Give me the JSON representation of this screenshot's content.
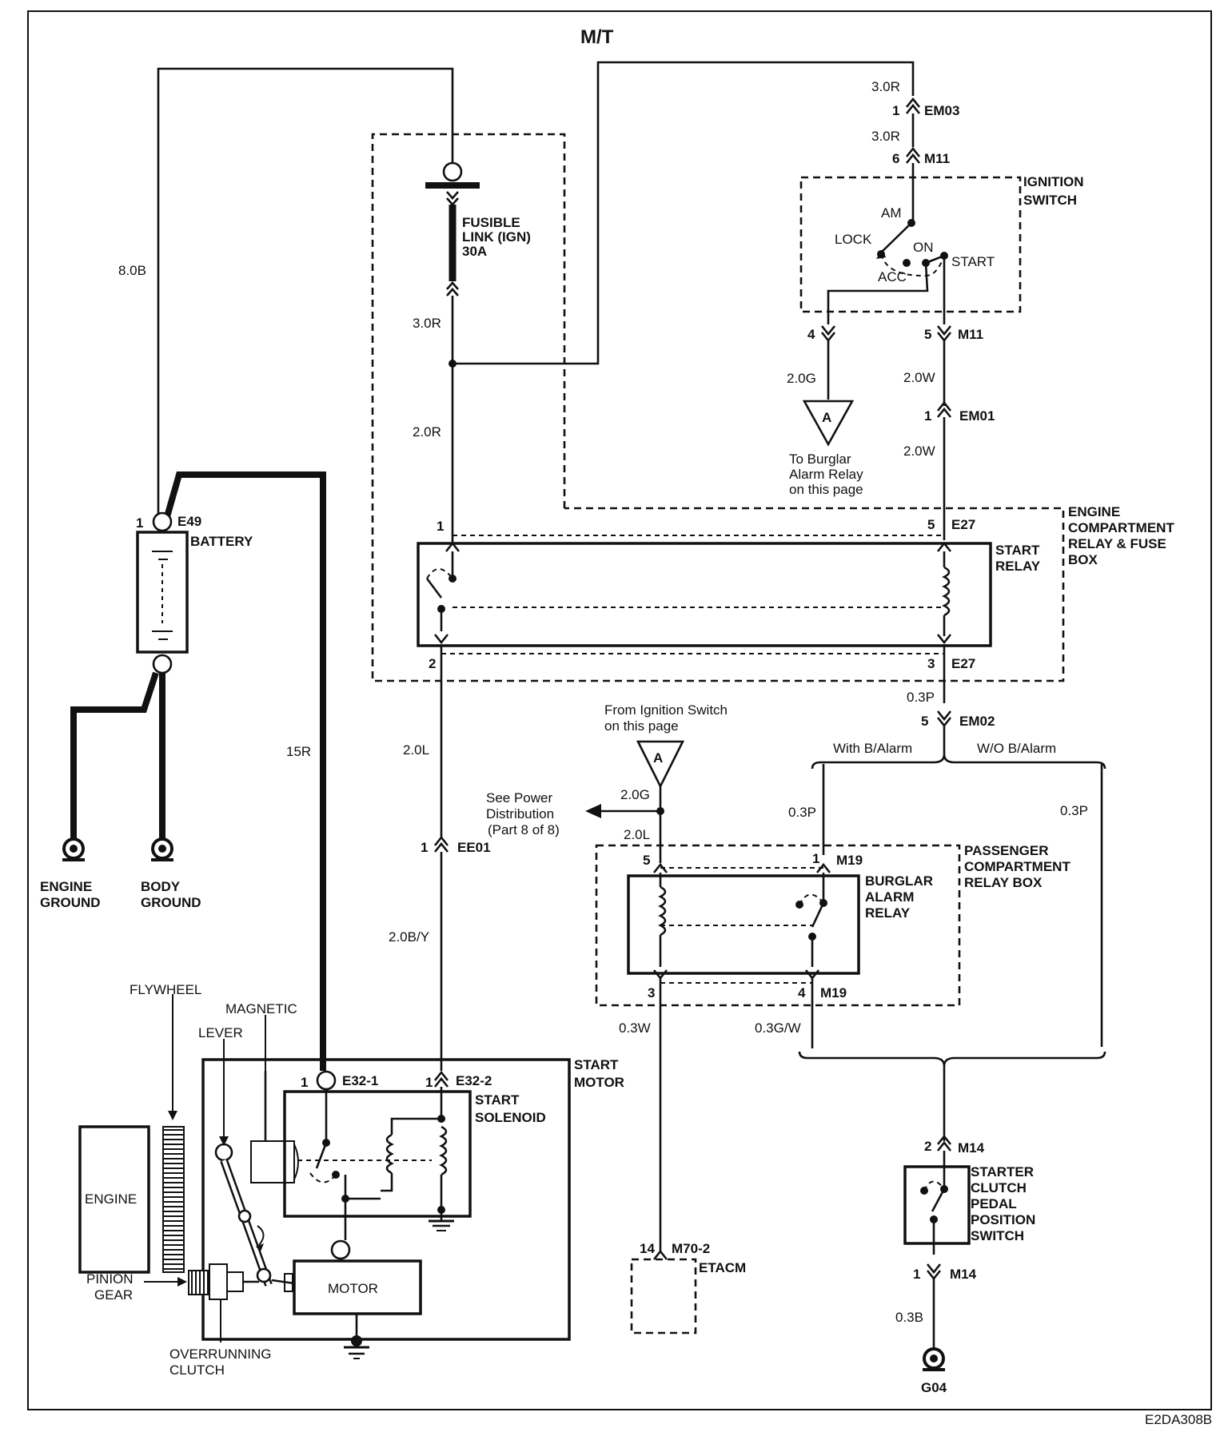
{
  "title": "M/T",
  "figure_code": "E2DA308B",
  "components": {
    "battery": "BATTERY",
    "engine_ground": [
      "ENGINE",
      "GROUND"
    ],
    "body_ground": [
      "BODY",
      "GROUND"
    ],
    "fusible_link": [
      "FUSIBLE",
      "LINK (IGN)",
      "30A"
    ],
    "ignition_switch": [
      "IGNITION",
      "SWITCH"
    ],
    "ign_positions": {
      "am": "AM",
      "lock": "LOCK",
      "on": "ON",
      "acc": "ACC",
      "start": "START"
    },
    "to_burglar": [
      "To Burglar",
      "Alarm Relay",
      "on this page"
    ],
    "from_ignition": [
      "From Ignition Switch",
      "on this page"
    ],
    "engine_box": [
      "ENGINE",
      "COMPARTMENT",
      "RELAY & FUSE",
      "BOX"
    ],
    "start_relay": [
      "START",
      "RELAY"
    ],
    "with_alarm": "With B/Alarm",
    "without_alarm": "W/O B/Alarm",
    "power_dist": [
      "See Power",
      "Distribution",
      "(Part 8 of 8)"
    ],
    "passenger_box": [
      "PASSENGER",
      "COMPARTMENT",
      "RELAY BOX"
    ],
    "burglar_relay": [
      "BURGLAR",
      "ALARM",
      "RELAY"
    ],
    "start_motor": [
      "START",
      "MOTOR"
    ],
    "start_solenoid": [
      "START",
      "SOLENOID"
    ],
    "motor": "MOTOR",
    "engine": "ENGINE",
    "flywheel": "FLYWHEEL",
    "magnetic": "MAGNETIC",
    "lever": "LEVER",
    "pinion_gear": [
      "PINION",
      "GEAR"
    ],
    "overrunning_clutch": [
      "OVERRUNNING",
      "CLUTCH"
    ],
    "etacm": "ETACM",
    "clutch_switch": [
      "STARTER",
      "CLUTCH",
      "PEDAL",
      "POSITION",
      "SWITCH"
    ],
    "connector_ref": "A"
  },
  "wires": {
    "w_8_0b": "8.0B",
    "w_15r": "15R",
    "w_3_0r_a": "3.0R",
    "w_3_0r_b": "3.0R",
    "w_3_0r_c": "3.0R",
    "w_2_0r": "2.0R",
    "w_2_0l_a": "2.0L",
    "w_2_0b_y": "2.0B/Y",
    "w_2_0g_a": "2.0G",
    "w_2_0w_a": "2.0W",
    "w_2_0w_b": "2.0W",
    "w_0_3p_a": "0.3P",
    "w_0_3p_b": "0.3P",
    "w_0_3p_c": "0.3P",
    "w_2_0g_b": "2.0G",
    "w_2_0l_b": "2.0L",
    "w_0_3w": "0.3W",
    "w_0_3g_w": "0.3G/W",
    "w_0_3b": "0.3B"
  },
  "connectors": {
    "em03": "EM03",
    "m11_a": "M11",
    "m11_b": "M11",
    "em01": "EM01",
    "e27_a": "E27",
    "e27_b": "E27",
    "em02": "EM02",
    "e49": "E49",
    "ee01": "EE01",
    "m19_a": "M19",
    "m19_b": "M19",
    "e32_1": "E32-1",
    "e32_2": "E32-2",
    "m70_2": "M70-2",
    "m14_a": "M14",
    "m14_b": "M14",
    "g04": "G04"
  },
  "pins": {
    "p_em03": "1",
    "p_m11_6": "6",
    "p_m11_4": "4",
    "p_m11_5": "5",
    "p_em01": "1",
    "p_sr_1": "1",
    "p_sr_5": "5",
    "p_sr_2": "2",
    "p_sr_3": "3",
    "p_em02": "5",
    "p_e49": "1",
    "p_ee01": "1",
    "p_ba_5": "5",
    "p_ba_1": "1",
    "p_ba_3": "3",
    "p_ba_4": "4",
    "p_e32_1": "1",
    "p_e32_2": "1",
    "p_m70": "14",
    "p_m14_2": "2",
    "p_m14_1": "1"
  }
}
